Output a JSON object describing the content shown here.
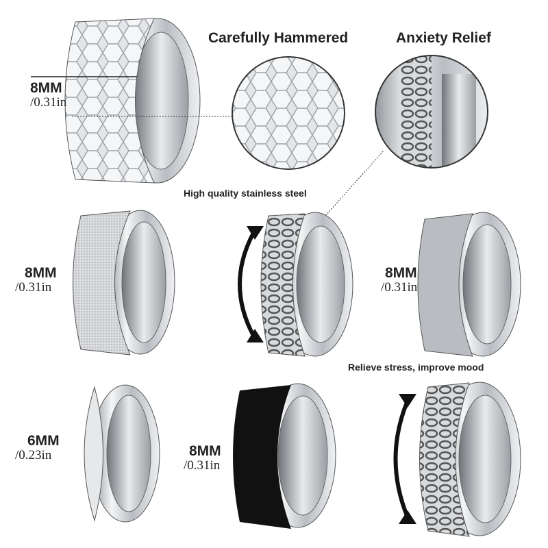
{
  "headings": {
    "hammered": "Carefully Hammered",
    "anxiety": "Anxiety Relief",
    "steel": "High quality stainless steel",
    "stress": "Relieve stress, improve mood"
  },
  "sizes": [
    {
      "mm": "8MM",
      "in": "/0.31in"
    },
    {
      "mm": "8MM",
      "in": "/0.31in"
    },
    {
      "mm": "8MM",
      "in": "/0.31in"
    },
    {
      "mm": "6MM",
      "in": "/0.23in"
    },
    {
      "mm": "8MM",
      "in": "/0.31in"
    }
  ],
  "colors": {
    "steel": "#c9ccd0",
    "black_band": "#111111",
    "text": "#222222"
  }
}
